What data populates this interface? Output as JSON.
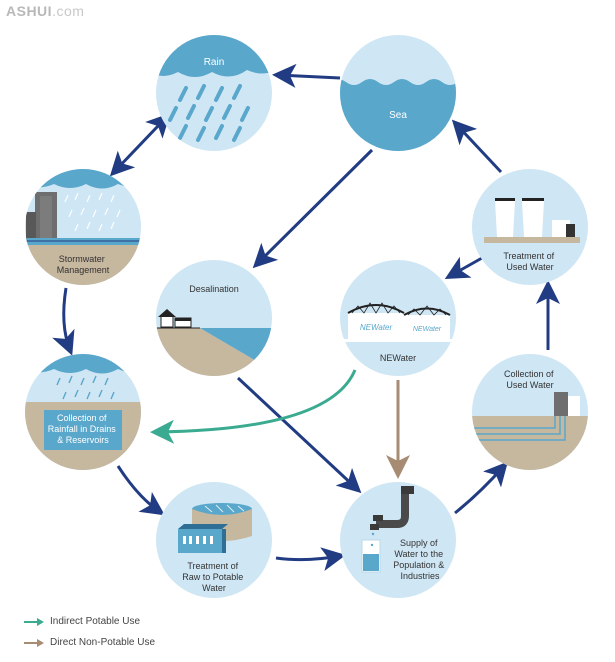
{
  "watermark": {
    "brand": "ASHUI",
    "suffix": ".com"
  },
  "nodes": {
    "rain": "Rain",
    "sea": "Sea",
    "stormwater": [
      "Stormwater",
      "Management"
    ],
    "desalination": "Desalination",
    "newater": "NEWater",
    "newater_logo": "NEWater",
    "treatment_used": [
      "Treatment of",
      "Used Water"
    ],
    "collection_rainfall": [
      "Collection of",
      "Rainfall in Drains",
      "& Reservoirs"
    ],
    "collection_used": [
      "Collection of",
      "Used Water"
    ],
    "treatment_raw": [
      "Treatment of",
      "Raw to Potable",
      "Water"
    ],
    "supply": [
      "Supply of",
      "Water to the",
      "Population &",
      "Industries"
    ]
  },
  "legend": {
    "indirect": "Indirect Potable Use",
    "direct": "Direct Non-Potable Use"
  },
  "colors": {
    "circle_bg": "#cfe6f4",
    "water": "#5aa7cc",
    "ground": "#c6b79f",
    "arrow_navy": "#213c82",
    "arrow_teal": "#3aab90",
    "arrow_brown": "#a78b73",
    "label": "#333333"
  }
}
